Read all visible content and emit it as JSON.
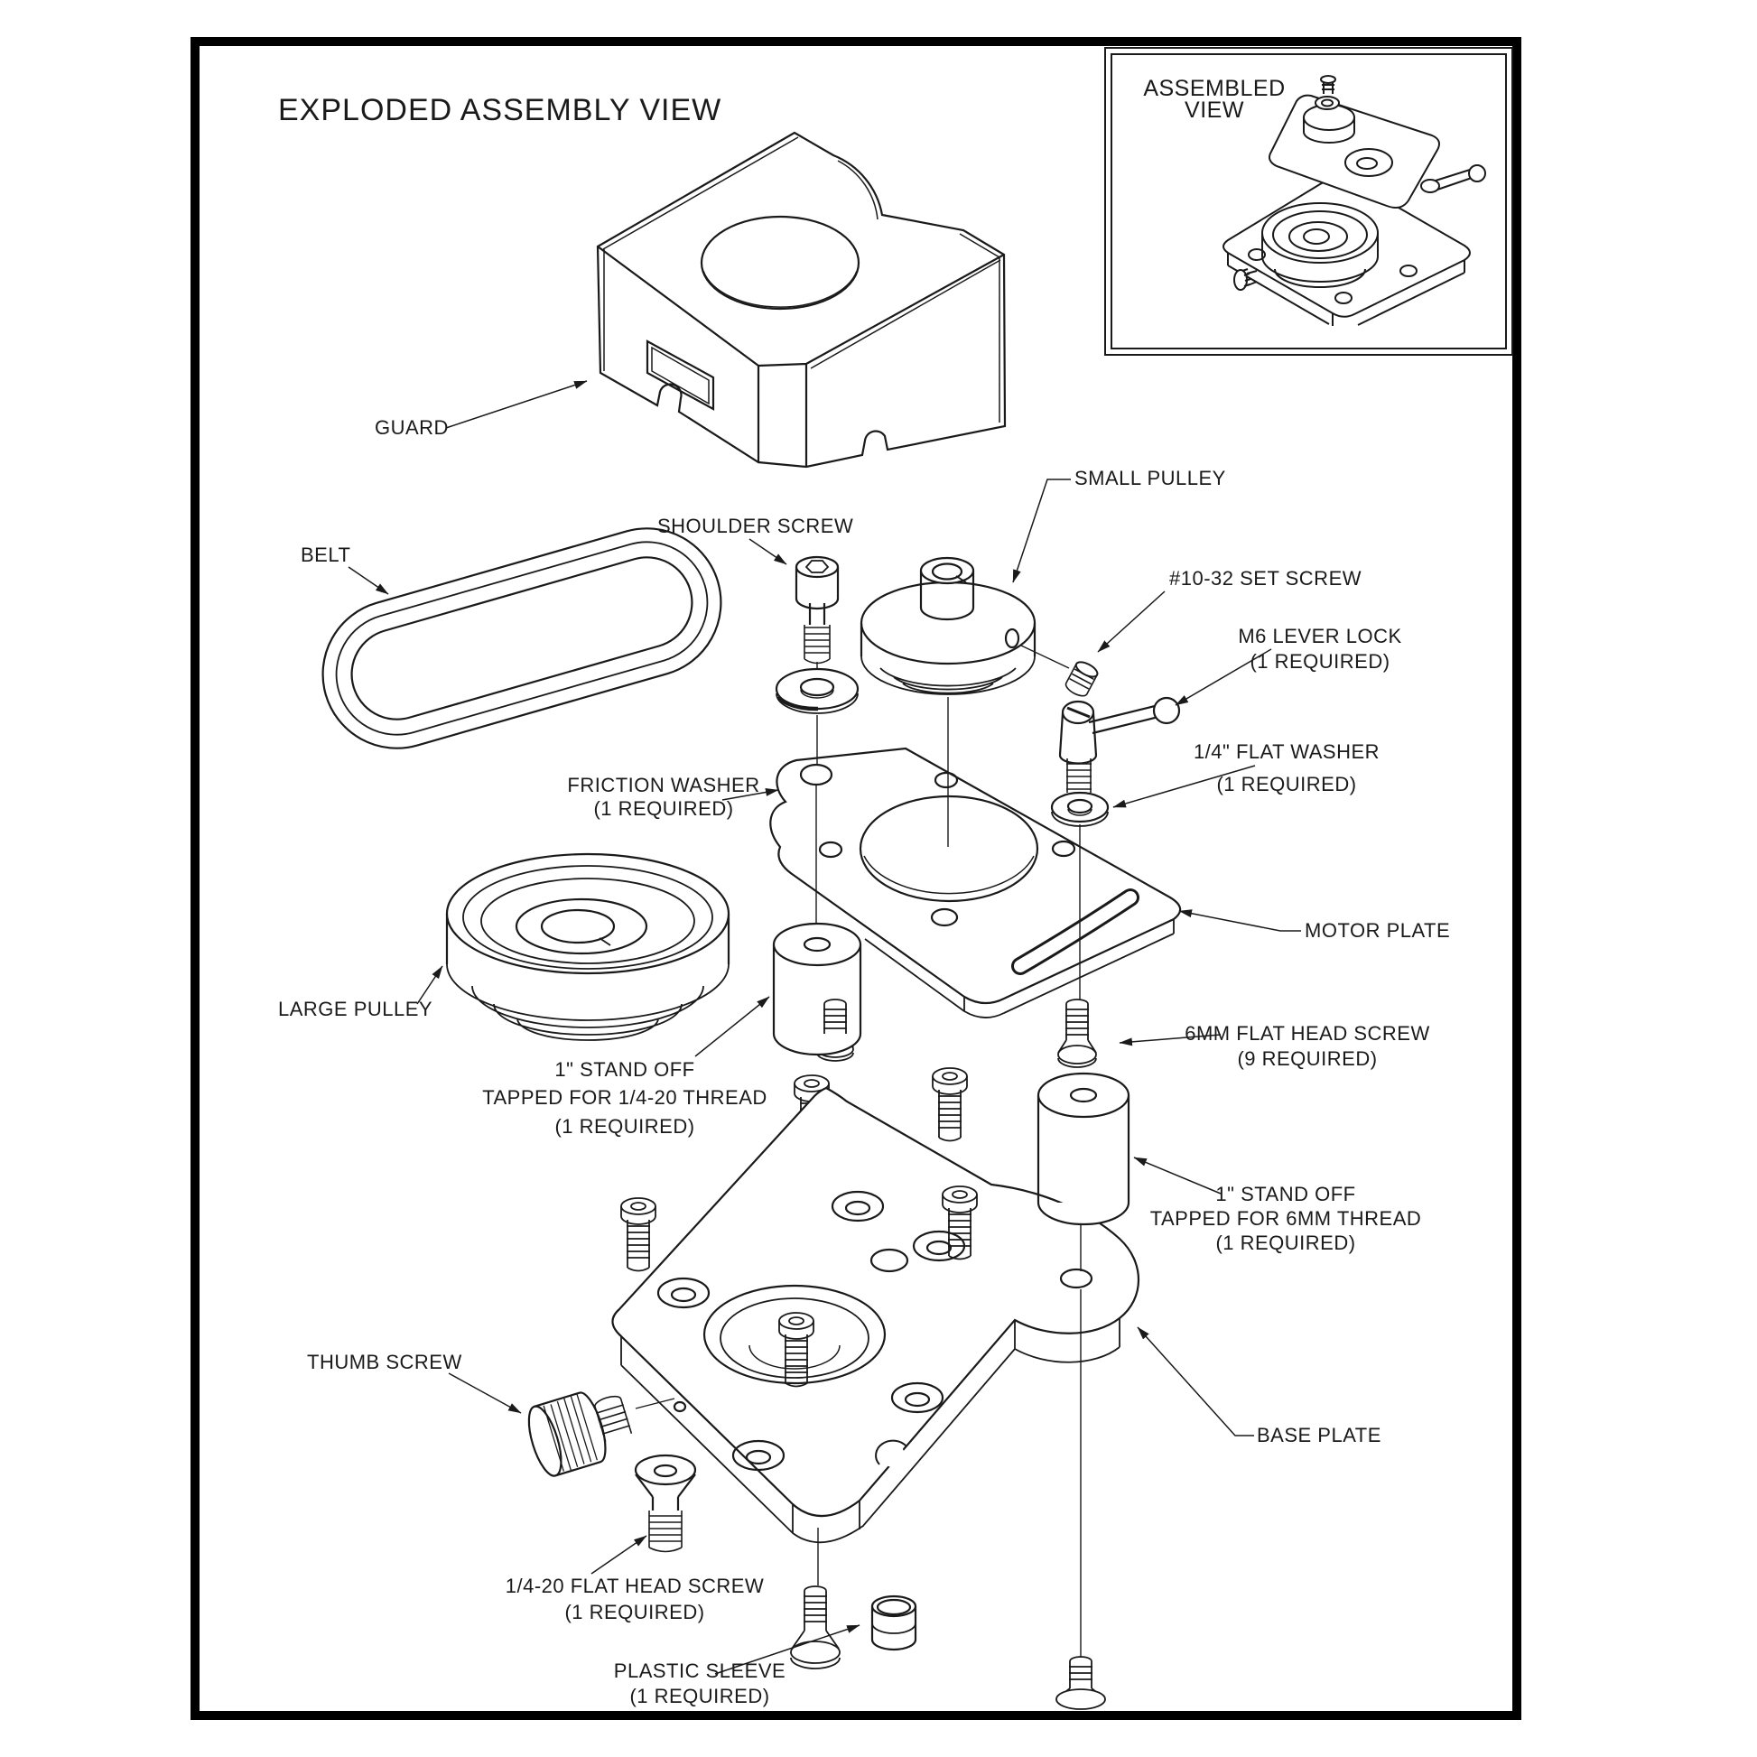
{
  "page": {
    "title": "EXPLODED ASSEMBLY VIEW"
  },
  "inset": {
    "title_line1": "ASSEMBLED",
    "title_line2": "VIEW"
  },
  "labels": {
    "guard": {
      "text": "GUARD"
    },
    "belt": {
      "text": "BELT"
    },
    "shoulder_screw": {
      "text": "SHOULDER SCREW"
    },
    "small_pulley": {
      "text": "SMALL PULLEY"
    },
    "set_screw": {
      "text": "#10-32 SET SCREW"
    },
    "m6_lever_lock": {
      "line1": "M6 LEVER LOCK",
      "line2": "(1 REQUIRED)"
    },
    "quarter_flat_washer": {
      "line1": "1/4\" FLAT WASHER",
      "line2": "(1 REQUIRED)"
    },
    "friction_washer": {
      "line1": "FRICTION WASHER",
      "line2": "(1 REQUIRED)"
    },
    "large_pulley": {
      "text": "LARGE PULLEY"
    },
    "motor_plate": {
      "text": "MOTOR PLATE"
    },
    "standoff_quarter20": {
      "line1": "1\" STAND OFF",
      "line2": "TAPPED FOR 1/4-20 THREAD",
      "line3": "(1 REQUIRED)"
    },
    "flat_head_6mm": {
      "line1": "6MM FLAT HEAD SCREW",
      "line2": "(9 REQUIRED)"
    },
    "standoff_6mm": {
      "line1": "1\" STAND OFF",
      "line2": "TAPPED FOR 6MM THREAD",
      "line3": "(1 REQUIRED)"
    },
    "thumb_screw": {
      "text": "THUMB SCREW"
    },
    "base_plate": {
      "text": "BASE PLATE"
    },
    "flat_head_quarter20": {
      "line1": "1/4-20 FLAT HEAD SCREW",
      "line2": "(1 REQUIRED)"
    },
    "plastic_sleeve": {
      "line1": "PLASTIC SLEEVE",
      "line2": "(1 REQUIRED)"
    }
  },
  "colors": {
    "line": "#1a1a1a",
    "background": "#ffffff"
  }
}
